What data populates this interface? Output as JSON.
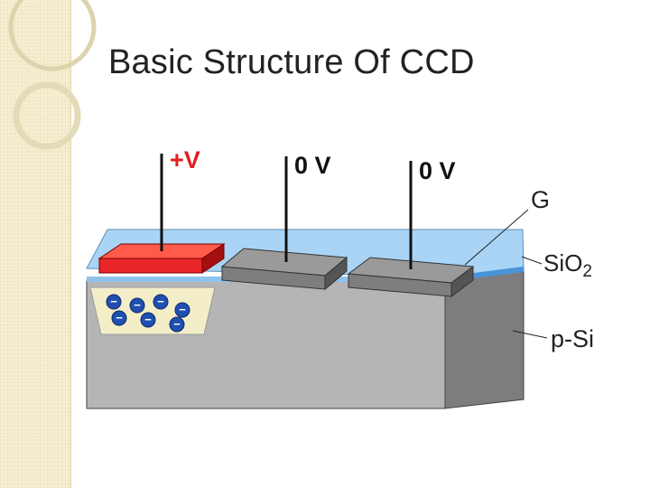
{
  "slide": {
    "title": "Basic Structure Of CCD"
  },
  "diagram": {
    "gate_voltages": [
      "+V",
      "0 V",
      "0 V"
    ],
    "layer_labels": {
      "gate": "G",
      "oxide_base": "SiO",
      "oxide_sub": "2",
      "substrate": "p-Si"
    },
    "electron_symbol": "−",
    "electron_count": 7,
    "colors": {
      "active_gate": "#e8262a",
      "inactive_gate": "#8c8c8c",
      "oxide": "#a9d4f5",
      "substrate_front": "#b5b5b5",
      "substrate_side": "#7d7d7d",
      "potential_well": "#f3eec8",
      "electron": "#1f4fb0",
      "positive_label": "#e02020"
    }
  }
}
